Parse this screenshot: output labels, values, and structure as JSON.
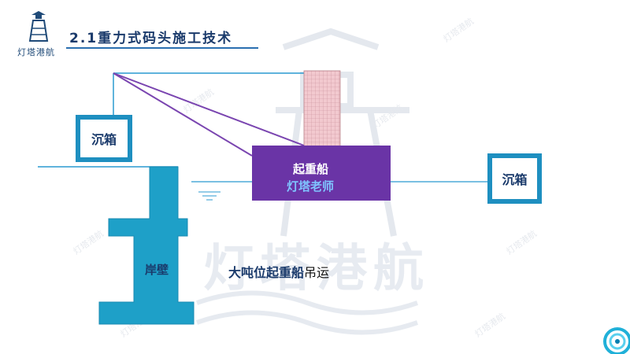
{
  "header": {
    "logo_text": "灯塔港航",
    "title": "2.1重力式码头施工技术"
  },
  "diagram": {
    "left_caisson_label": "沉箱",
    "right_caisson_label": "沉箱",
    "crane_ship_label": "起重船",
    "crane_ship_sublabel": "灯塔老师",
    "wall_label": "岸壁",
    "caption_bold": "大吨位起重船",
    "caption_rest": "吊运"
  },
  "watermark": {
    "big_text": "灯塔港航",
    "small_text": "灯塔港航"
  },
  "colors": {
    "title": "#1a3a6b",
    "wall_fill": "#1ea0c8",
    "crane_fill": "#6a34a6",
    "cable": "#7a45b0",
    "box_border": "#1e8fc0",
    "line": "#2a9ad0"
  }
}
